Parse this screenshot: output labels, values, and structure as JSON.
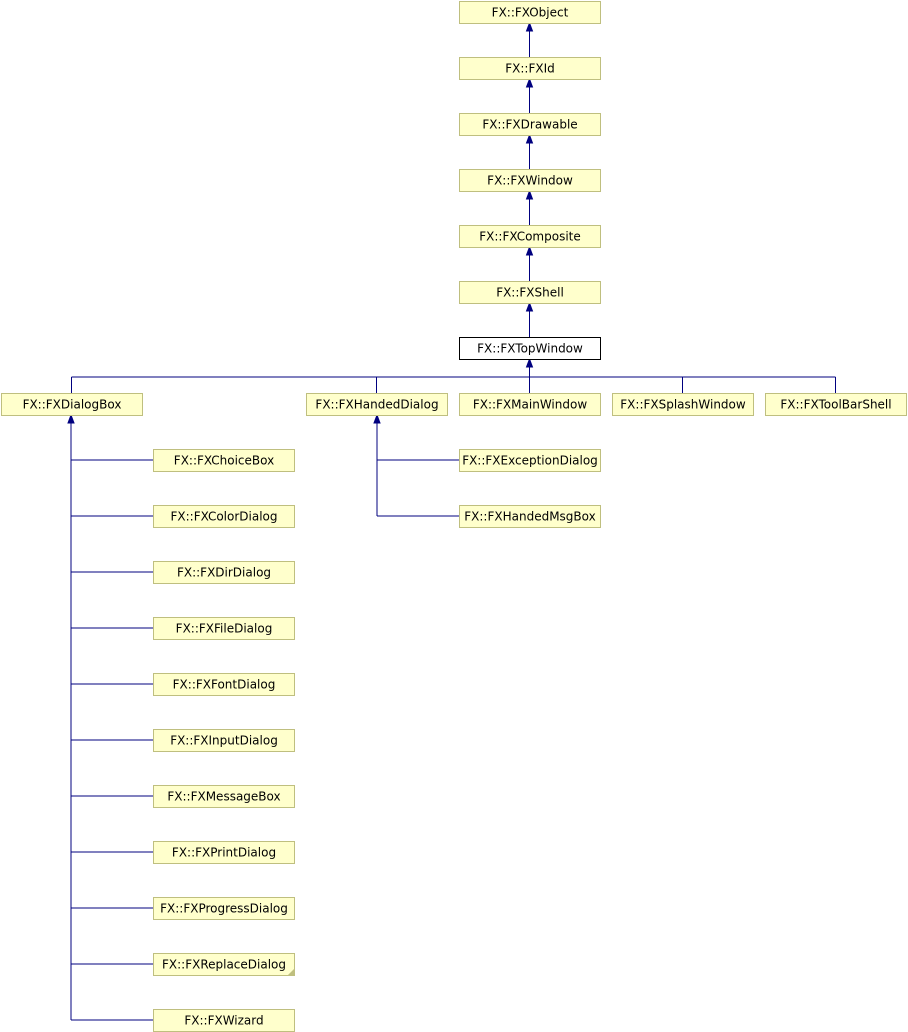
{
  "diagram": {
    "nodes": [
      {
        "id": "fxobject",
        "label": "FX::FXObject"
      },
      {
        "id": "fxid",
        "label": "FX::FXId"
      },
      {
        "id": "fxdrawable",
        "label": "FX::FXDrawable"
      },
      {
        "id": "fxwindow",
        "label": "FX::FXWindow"
      },
      {
        "id": "fxcomposite",
        "label": "FX::FXComposite"
      },
      {
        "id": "fxshell",
        "label": "FX::FXShell"
      },
      {
        "id": "fxtopwindow",
        "label": "FX::FXTopWindow",
        "current": true
      },
      {
        "id": "fxdialogbox",
        "label": "FX::FXDialogBox"
      },
      {
        "id": "fxhandeddialog",
        "label": "FX::FXHandedDialog"
      },
      {
        "id": "fxmainwindow",
        "label": "FX::FXMainWindow"
      },
      {
        "id": "fxsplashwindow",
        "label": "FX::FXSplashWindow"
      },
      {
        "id": "fxtoolbarshell",
        "label": "FX::FXToolBarShell"
      },
      {
        "id": "fxchoicebox",
        "label": "FX::FXChoiceBox"
      },
      {
        "id": "fxcolordialog",
        "label": "FX::FXColorDialog"
      },
      {
        "id": "fxdirdialog",
        "label": "FX::FXDirDialog"
      },
      {
        "id": "fxfiledialog",
        "label": "FX::FXFileDialog"
      },
      {
        "id": "fxfontdialog",
        "label": "FX::FXFontDialog"
      },
      {
        "id": "fxinputdialog",
        "label": "FX::FXInputDialog"
      },
      {
        "id": "fxmessagebox",
        "label": "FX::FXMessageBox"
      },
      {
        "id": "fxprintdialog",
        "label": "FX::FXPrintDialog"
      },
      {
        "id": "fxprogressdialog",
        "label": "FX::FXProgressDialog"
      },
      {
        "id": "fxreplacedialog",
        "label": "FX::FXReplaceDialog",
        "truncated": true
      },
      {
        "id": "fxwizard",
        "label": "FX::FXWizard"
      },
      {
        "id": "fxexceptiondialog",
        "label": "FX::FXExceptionDialog"
      },
      {
        "id": "fxhandedmsgbox",
        "label": "FX::FXHandedMsgBox"
      }
    ],
    "edges": [
      {
        "from": "fxid",
        "to": "fxobject"
      },
      {
        "from": "fxdrawable",
        "to": "fxid"
      },
      {
        "from": "fxwindow",
        "to": "fxdrawable"
      },
      {
        "from": "fxcomposite",
        "to": "fxwindow"
      },
      {
        "from": "fxshell",
        "to": "fxcomposite"
      },
      {
        "from": "fxtopwindow",
        "to": "fxshell"
      },
      {
        "from": "fxdialogbox",
        "to": "fxtopwindow"
      },
      {
        "from": "fxhandeddialog",
        "to": "fxtopwindow"
      },
      {
        "from": "fxmainwindow",
        "to": "fxtopwindow"
      },
      {
        "from": "fxsplashwindow",
        "to": "fxtopwindow"
      },
      {
        "from": "fxtoolbarshell",
        "to": "fxtopwindow"
      },
      {
        "from": "fxchoicebox",
        "to": "fxdialogbox"
      },
      {
        "from": "fxcolordialog",
        "to": "fxdialogbox"
      },
      {
        "from": "fxdirdialog",
        "to": "fxdialogbox"
      },
      {
        "from": "fxfiledialog",
        "to": "fxdialogbox"
      },
      {
        "from": "fxfontdialog",
        "to": "fxdialogbox"
      },
      {
        "from": "fxinputdialog",
        "to": "fxdialogbox"
      },
      {
        "from": "fxmessagebox",
        "to": "fxdialogbox"
      },
      {
        "from": "fxprintdialog",
        "to": "fxdialogbox"
      },
      {
        "from": "fxprogressdialog",
        "to": "fxdialogbox"
      },
      {
        "from": "fxreplacedialog",
        "to": "fxdialogbox"
      },
      {
        "from": "fxwizard",
        "to": "fxdialogbox"
      },
      {
        "from": "fxexceptiondialog",
        "to": "fxhandeddialog"
      },
      {
        "from": "fxhandedmsgbox",
        "to": "fxhandeddialog"
      }
    ],
    "colors": {
      "node_fill": "#ffffcc",
      "node_border": "#bfbf7f",
      "current_fill": "#ffffff",
      "current_border": "#000000",
      "edge": "#00007f"
    }
  }
}
